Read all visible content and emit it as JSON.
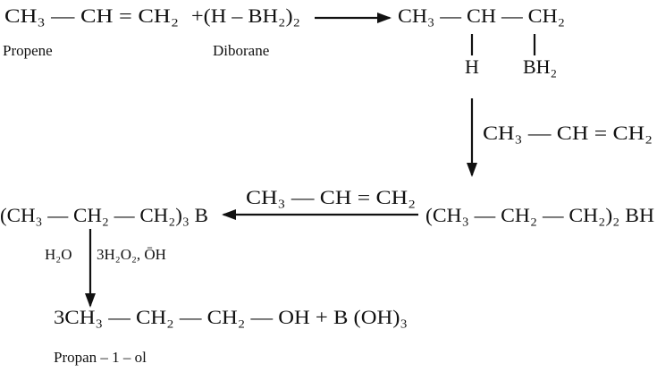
{
  "title": "Hydroboration-oxidation of propene",
  "step1": {
    "reactant1": "CH₃ — CH = CH₂",
    "reactant1_name": "Propene",
    "reactant2": "+(H – BH₂)₂",
    "reactant2_name": "Diborane",
    "product_chain": "CH₃ — CH — CH₂",
    "product_sub1": "H",
    "product_sub2": "BH₂"
  },
  "step2": {
    "reagent": "CH₃ — CH = CH₂",
    "product": "(CH₃ — CH₂ — CH₂)₂ BH"
  },
  "step3": {
    "reagent": "CH₃ — CH = CH₂",
    "product": "(CH₃ — CH₂ — CH₂)₃ B"
  },
  "step4": {
    "reagent_left": "H₂O",
    "reagent_right": "3H₂O₂, ŌH",
    "product": "3CH₃ — CH₂ — CH₂ — OH  + B (OH)₃",
    "product_name": "Propan – 1 – ol"
  }
}
